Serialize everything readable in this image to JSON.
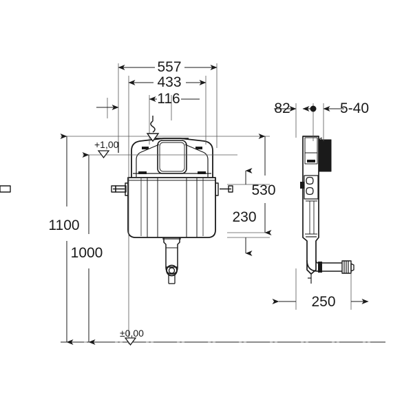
{
  "drawing": {
    "title": "Concealed cistern installation drawing",
    "background_color": "#ffffff",
    "line_color": "#1a1a1a",
    "dim_line_color": "#555555"
  },
  "front_view": {
    "name": "front elevation of concealed cistern",
    "dimensions": {
      "overall_width": "557",
      "frame_width": "433",
      "offset_width": "116",
      "height_top": "1100",
      "height_mid": "1000"
    },
    "level_marks": {
      "water_level": "+1,00",
      "floor_level": "±0,00"
    }
  },
  "side_view": {
    "name": "side elevation of concealed cistern",
    "dimensions": {
      "depth": "82",
      "wall_range": "5-40",
      "outlet_offset": "250",
      "height_body": "530",
      "height_lower": "230"
    }
  },
  "labels": {
    "d557": "557",
    "d433": "433",
    "d116": "116",
    "d1100": "1100",
    "d1000": "1000",
    "d530": "530",
    "d230": "230",
    "d82": "82",
    "d540": "5-40",
    "d250": "250",
    "lvl_plus": "+1,00",
    "lvl_zero": "±0,00"
  }
}
